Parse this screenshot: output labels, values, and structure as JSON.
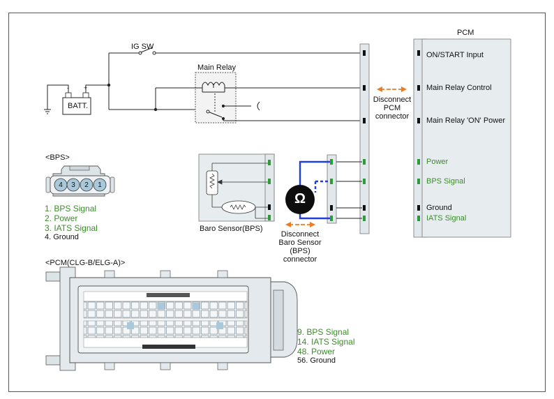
{
  "colors": {
    "wire": "#222222",
    "signal_green": "#3a8d2a",
    "pin_green": "#2e9a3a",
    "meter_lead": "#1f3fd6",
    "arrow_orange": "#f07a1e",
    "panel_fill": "#e7ecef",
    "connector_fill": "#dde4e8",
    "pin_blue": "#a9c9da"
  },
  "power": {
    "ig_switch_label": "IG SW",
    "battery_label": "BATT.",
    "battery_minus": "-",
    "battery_plus": "+",
    "main_relay_label": "Main Relay"
  },
  "pcm": {
    "title": "PCM",
    "pins": [
      {
        "label": "ON/START Input",
        "color": "black"
      },
      {
        "label": "Main Relay Control",
        "color": "black"
      },
      {
        "label": "Main Relay 'ON' Power",
        "color": "black"
      },
      {
        "label": "Power",
        "color": "green"
      },
      {
        "label": "BPS Signal",
        "color": "green"
      },
      {
        "label": "Ground",
        "color": "black"
      },
      {
        "label": "IATS Signal",
        "color": "green"
      }
    ],
    "disconnect_text": [
      "Disconnect",
      "PCM",
      "connector"
    ]
  },
  "bps_sensor": {
    "label": "Baro Sensor(BPS)",
    "disconnect_text": [
      "Disconnect",
      "Baro Sensor",
      "(BPS)",
      "connector"
    ],
    "ohmmeter_symbol": "Ω"
  },
  "bps_connector": {
    "title": "<BPS>",
    "pin_numbers": [
      "4",
      "3",
      "2",
      "1"
    ],
    "legend": [
      {
        "text": "1. BPS Signal",
        "color": "green"
      },
      {
        "text": "2. Power",
        "color": "green"
      },
      {
        "text": "3. IATS Signal",
        "color": "green"
      },
      {
        "text": "4. Ground",
        "color": "black"
      }
    ]
  },
  "pcm_connector": {
    "title": "<PCM(CLG-B/ELG-A)>",
    "legend": [
      {
        "text": "9. BPS Signal",
        "color": "green"
      },
      {
        "text": "14. IATS Signal",
        "color": "green"
      },
      {
        "text": "48. Power",
        "color": "green"
      },
      {
        "text": "56. Ground",
        "color": "black"
      }
    ]
  }
}
